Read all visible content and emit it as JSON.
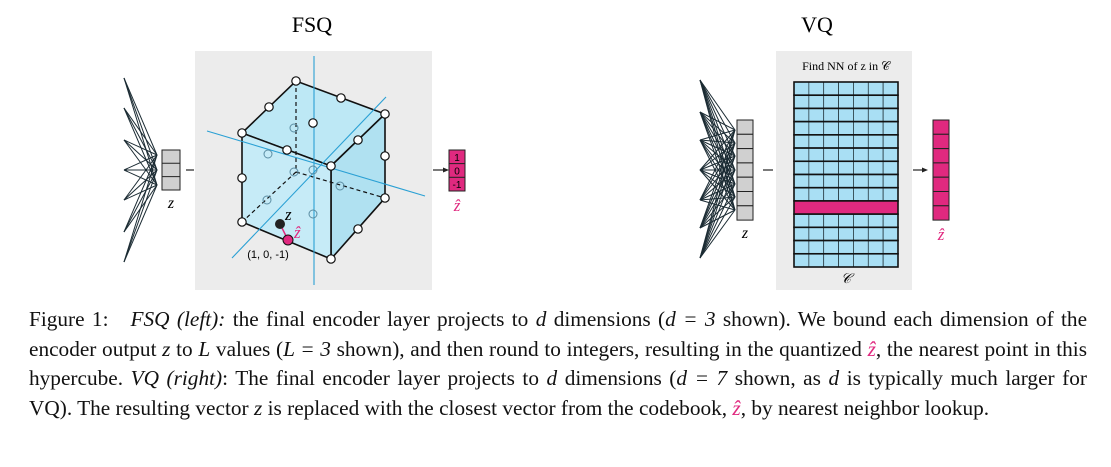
{
  "fsq": {
    "title": "FSQ",
    "input_label": "z",
    "output_label": "ẑ",
    "output_values": [
      "1",
      "0",
      "-1"
    ],
    "point_label": "z",
    "quantized_label": "ẑ",
    "quantized_coord": "(1, 0, -1)"
  },
  "vq": {
    "title": "VQ",
    "codebook_title": "Find NN of z in 𝒞",
    "codebook_label": "𝒞",
    "input_label": "z",
    "output_label": "ẑ",
    "codebook_rows": 14,
    "codebook_cols": 7,
    "selected_row": 9,
    "vector_cells": 7
  },
  "colors": {
    "accent": "#e0297f",
    "cube": "#bde8f5",
    "grid": "#a9dff4",
    "panel": "#ececec",
    "axis": "#2aa0d4"
  },
  "caption": {
    "fig_label": "Figure 1:",
    "fsq_heading": "FSQ (left):",
    "fsq_text_1": "the final encoder layer projects to",
    "var_d": "d",
    "fsq_text_2": "dimensions (",
    "eq_d3": "d = 3",
    "fsq_text_3": "shown). We bound each dimension of the encoder output",
    "var_z": "z",
    "fsq_text_4": "to",
    "var_L": "L",
    "fsq_text_5": "values (",
    "eq_L3": "L = 3",
    "fsq_text_6": "shown), and then round to integers, resulting in the quantized",
    "var_zhat": "ẑ",
    "fsq_text_7": ", the nearest point in this hypercube.",
    "vq_heading": "VQ (right)",
    "vq_text_1": ": The final encoder layer projects to",
    "vq_text_2": "dimensions (",
    "eq_d7": "d = 7",
    "vq_text_3": "shown, as",
    "vq_text_4": "is typically much larger for VQ). The resulting vector",
    "vq_text_5": "is replaced with the closest vector from the codebook,",
    "vq_text_6": ", by nearest neighbor lookup."
  }
}
